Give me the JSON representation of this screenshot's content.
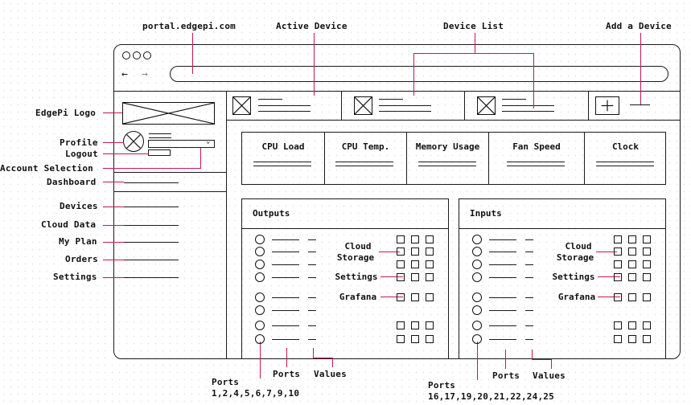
{
  "annotations": {
    "url": "portal.edgepi.com",
    "active_device": "Active Device",
    "device_list": "Device List",
    "add_device": "Add a Device",
    "logo": "EdgePi Logo",
    "profile": "Profile",
    "logout": "Logout",
    "account_selection": "Account Selection",
    "dashboard": "Dashboard",
    "devices": "Devices",
    "cloud_data": "Cloud Data",
    "my_plan": "My Plan",
    "orders": "Orders",
    "settings": "Settings",
    "outputs_ports": "Ports",
    "outputs_ports_list": "1,2,4,5,6,7,9,10",
    "outputs_ports_short": "Ports",
    "outputs_values": "Values",
    "inputs_ports": "Ports",
    "inputs_ports_list": "16,17,19,20,21,22,24,25",
    "inputs_ports_short": "Ports",
    "inputs_values": "Values"
  },
  "metrics": [
    "CPU Load",
    "CPU Temp.",
    "Memory Usage",
    "Fan Speed",
    "Clock"
  ],
  "panels": {
    "outputs": {
      "title": "Outputs",
      "cloud_storage_1": "Cloud",
      "cloud_storage_2": "Storage",
      "settings": "Settings",
      "grafana": "Grafana"
    },
    "inputs": {
      "title": "Inputs",
      "cloud_storage_1": "Cloud",
      "cloud_storage_2": "Storage",
      "settings": "Settings",
      "grafana": "Grafana"
    }
  },
  "colors": {
    "annotation_line": "#c2185b",
    "sketch": "#1a1a1a"
  },
  "icons": [
    "placeholder-image-icon",
    "avatar-icon",
    "chevron-down-icon",
    "plus-icon",
    "back-arrow-icon",
    "forward-arrow-icon"
  ]
}
